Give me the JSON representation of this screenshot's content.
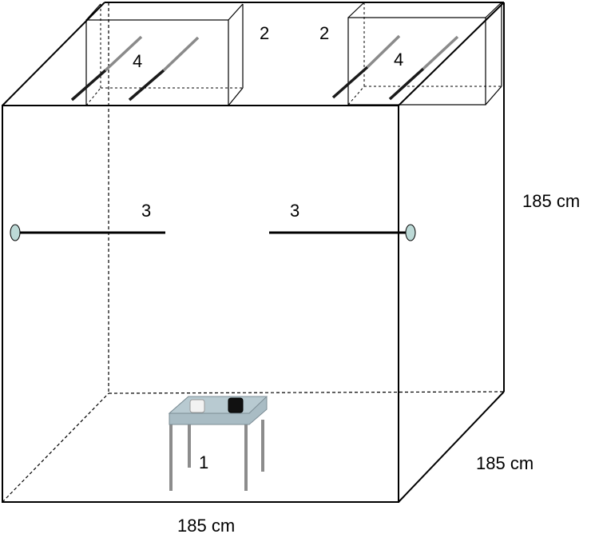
{
  "labels": {
    "table": "1",
    "box_left": "2",
    "box_right": "2",
    "rod_left": "3",
    "rod_right": "3",
    "lamps_left": "4",
    "lamps_right": "4"
  },
  "dimensions": {
    "width": "185 cm",
    "depth": "185 cm",
    "height": "185 cm"
  },
  "colors": {
    "line": "#000000",
    "tabletop": "#a9bcc4",
    "table_legs": "#8c8c8c",
    "knob": "#bcd9d6",
    "lamp_dark": "#1a1a1a",
    "lamp_light": "#8a8a8a"
  }
}
